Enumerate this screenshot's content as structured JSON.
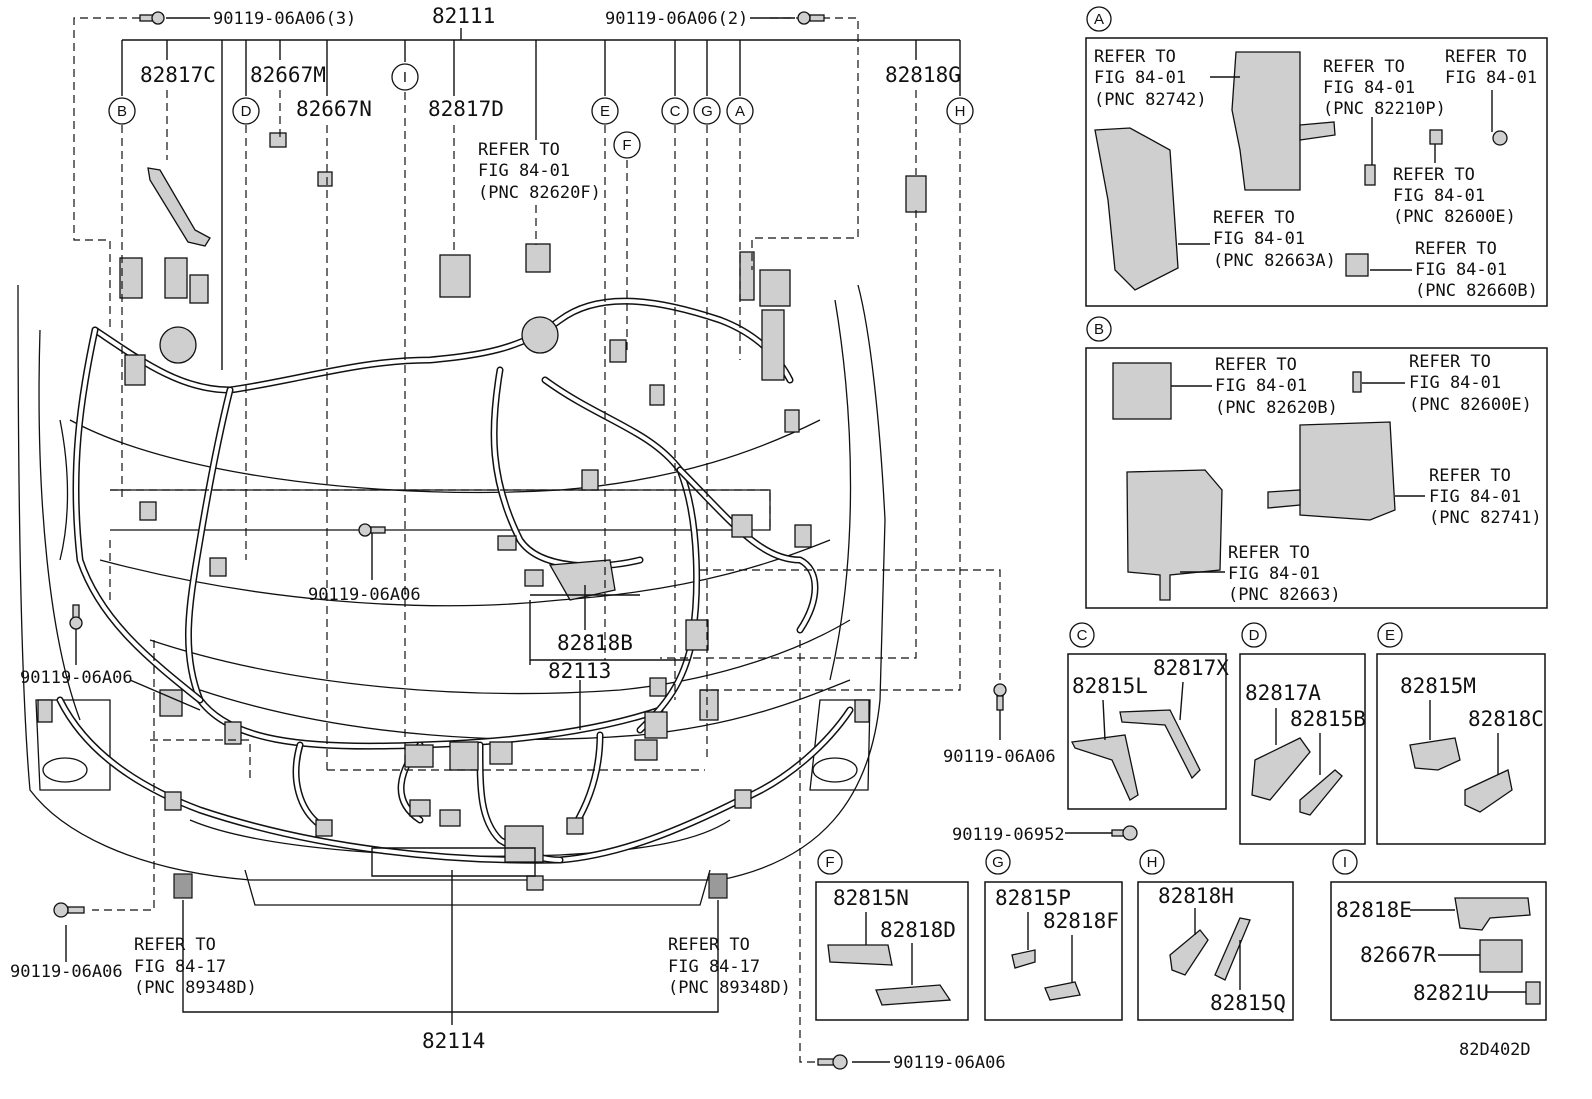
{
  "labels": {
    "bolt_top_left": "90119-06A06(3)",
    "main_harness": "82111",
    "bolt_top_mid": "90119-06A06(2)",
    "p82817C": "82817C",
    "p82667M": "82667M",
    "p82667N": "82667N",
    "p82817D": "82817D",
    "p82818G": "82818G",
    "refer_top_1": "REFER TO",
    "refer_top_2": "FIG 84-01",
    "refer_top_3": "(PNC 82620F)",
    "bolt_center": "90119-06A06",
    "p82818B": "82818B",
    "p82113": "82113",
    "bolt_left": "90119-06A06",
    "bolt_right": "90119-06A06",
    "bolt_bottom_left": "90119-06A06",
    "refer_bl_1": "REFER TO",
    "refer_bl_2": "FIG 84-17",
    "refer_bl_3": "(PNC 89348D)",
    "refer_bm_1": "REFER TO",
    "refer_bm_2": "FIG 84-17",
    "refer_bm_3": "(PNC 89348D)",
    "p82114": "82114",
    "bolt_bottom": "90119-06A06",
    "bolt_06952": "90119-06952",
    "figure_code": "82D402D"
  },
  "callouts": [
    "A",
    "B",
    "C",
    "D",
    "E",
    "F",
    "G",
    "H",
    "I"
  ],
  "detail_A": {
    "r1": [
      "REFER TO",
      "FIG 84-01",
      "(PNC 82742)"
    ],
    "r2": [
      "REFER TO",
      "FIG 84-01",
      "(PNC 82210P)"
    ],
    "r3": [
      "REFER TO",
      "FIG 84-01"
    ],
    "r4": [
      "REFER TO",
      "FIG 84-01",
      "(PNC 82600E)"
    ],
    "r5": [
      "REFER TO",
      "FIG 84-01",
      "(PNC 82663A)"
    ],
    "r6": [
      "REFER TO",
      "FIG 84-01",
      "(PNC 82660B)"
    ]
  },
  "detail_B": {
    "r1": [
      "REFER TO",
      "FIG 84-01",
      "(PNC 82620B)"
    ],
    "r2": [
      "REFER TO",
      "FIG 84-01",
      "(PNC 82600E)"
    ],
    "r3": [
      "REFER TO",
      "FIG 84-01",
      "(PNC 82741)"
    ],
    "r4": [
      "REFER TO",
      "FIG 84-01",
      "(PNC 82663)"
    ]
  },
  "detail_C": [
    "82815L",
    "82817X"
  ],
  "detail_D": [
    "82817A",
    "82815B"
  ],
  "detail_E": [
    "82815M",
    "82818C"
  ],
  "detail_F": [
    "82815N",
    "82818D"
  ],
  "detail_G": [
    "82815P",
    "82818F"
  ],
  "detail_H": [
    "82818H",
    "82815Q"
  ],
  "detail_I": [
    "82818E",
    "82667R",
    "82821U"
  ]
}
